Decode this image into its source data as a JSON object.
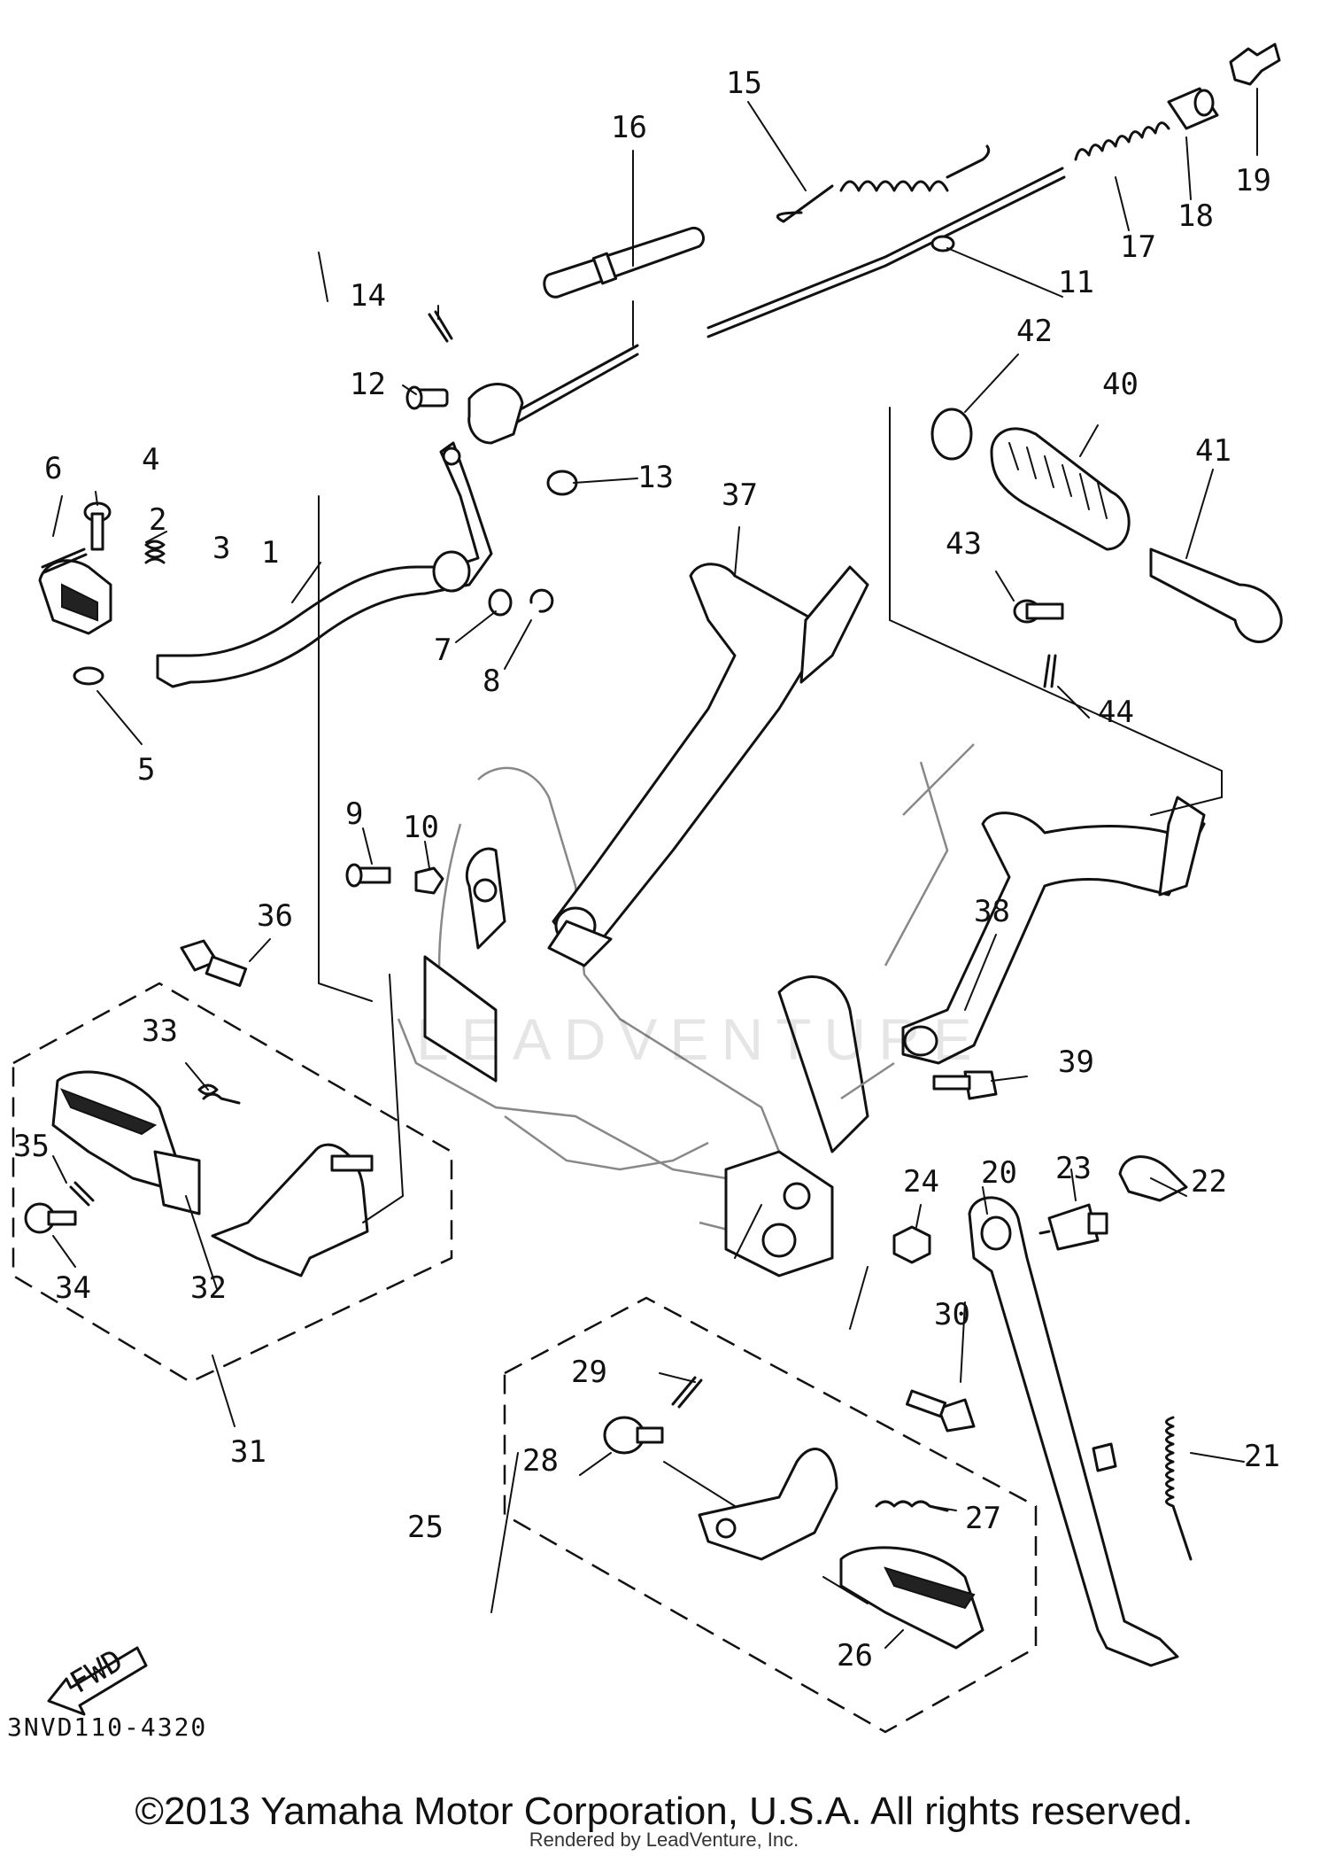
{
  "diagram": {
    "code": "3NVD110-4320",
    "copyright": "©2013 Yamaha Motor Corporation, U.S.A. All rights reserved.",
    "rendered_by": "Rendered by LeadVenture, Inc.",
    "watermark": "LEADVENTURE",
    "fwd_label": "FWD",
    "callouts": [
      "1",
      "2",
      "3",
      "4",
      "5",
      "6",
      "7",
      "8",
      "9",
      "10",
      "11",
      "12",
      "13",
      "14",
      "15",
      "16",
      "17",
      "18",
      "19",
      "20",
      "21",
      "22",
      "23",
      "24",
      "25",
      "26",
      "27",
      "28",
      "29",
      "30",
      "31",
      "32",
      "33",
      "34",
      "35",
      "36",
      "37",
      "38",
      "39",
      "40",
      "41",
      "42",
      "43",
      "44"
    ]
  }
}
